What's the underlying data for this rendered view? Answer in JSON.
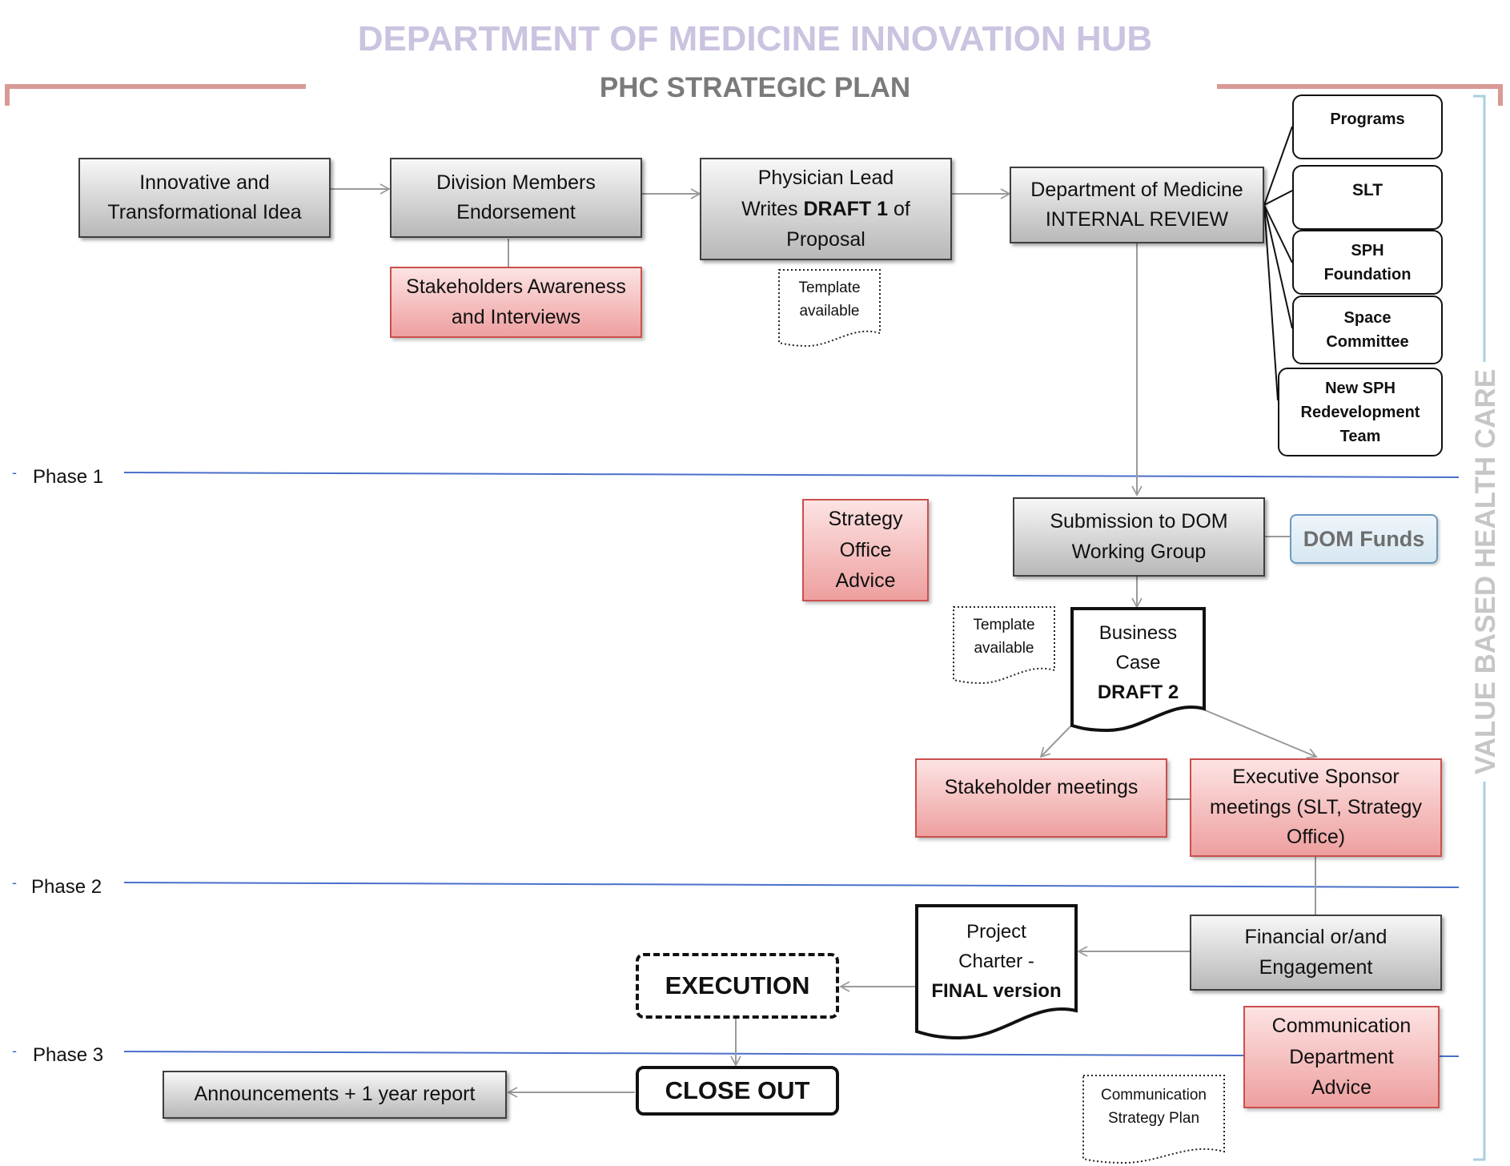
{
  "header": {
    "title": "DEPARTMENT OF MEDICINE INNOVATION HUB",
    "subtitle": "PHC STRATEGIC PLAN",
    "side_label": "VALUE BASED HEALTH CARE"
  },
  "phases": [
    {
      "dash": "-",
      "label": "Phase 1"
    },
    {
      "dash": "-",
      "label": "Phase 2"
    },
    {
      "dash": "-",
      "label": "Phase 3"
    }
  ],
  "nodes": {
    "idea": {
      "line1": "Innovative and",
      "line2": "Transformational Idea"
    },
    "endorsement": {
      "line1": "Division Members",
      "line2": "Endorsement"
    },
    "stakeholders_awareness": {
      "line1": "Stakeholders Awareness",
      "line2": "and Interviews"
    },
    "draft1": {
      "line1": "Physician Lead",
      "line2_pre": "Writes ",
      "line2_bold": "DRAFT 1",
      "line2_post": " of",
      "line3": "Proposal"
    },
    "template1": {
      "line1": "Template",
      "line2": "available"
    },
    "internal_review": {
      "line1": "Department of Medicine",
      "line2": "INTERNAL REVIEW"
    },
    "reviewers": {
      "programs": {
        "line1": "Programs"
      },
      "slt": {
        "line1": "SLT"
      },
      "sph_foundation": {
        "line1": "SPH",
        "line2": "Foundation"
      },
      "space_committee": {
        "line1": "Space",
        "line2": "Committee"
      },
      "new_sph": {
        "line1": "New SPH",
        "line2": "Redevelopment",
        "line3": "Team"
      }
    },
    "strategy_office": {
      "line1": "Strategy",
      "line2": "Office",
      "line3": "Advice"
    },
    "submission": {
      "line1": "Submission to DOM",
      "line2": "Working Group"
    },
    "dom_funds": {
      "line1": "DOM Funds"
    },
    "template2": {
      "line1": "Template",
      "line2": "available"
    },
    "business_case": {
      "line1": "Business",
      "line2": "Case",
      "line3": "DRAFT 2"
    },
    "stakeholder_meetings": {
      "line1": "Stakeholder meetings"
    },
    "exec_sponsor": {
      "line1": "Executive Sponsor",
      "line2": "meetings (SLT, Strategy",
      "line3": "Office)"
    },
    "financial": {
      "line1": "Financial or/and",
      "line2": "Engagement"
    },
    "charter": {
      "line1": "Project",
      "line2": "Charter -",
      "line3": "FINAL version"
    },
    "execution": {
      "line1": "EXECUTION"
    },
    "communication": {
      "line1": "Communication",
      "line2": "Department",
      "line3": "Advice"
    },
    "comm_plan": {
      "line1": "Communication",
      "line2": "Strategy Plan"
    },
    "close_out": {
      "line1": "CLOSE OUT"
    },
    "announcements": {
      "line1": "Announcements + 1 year report"
    }
  },
  "colors": {
    "title": "#cbc3e0",
    "subtitle": "#7a7a7a",
    "bracket_top": "#d99a96",
    "bracket_side": "#a9cfe0",
    "phase_line": "#4a6fc9",
    "connector": "#9a9a9a"
  }
}
